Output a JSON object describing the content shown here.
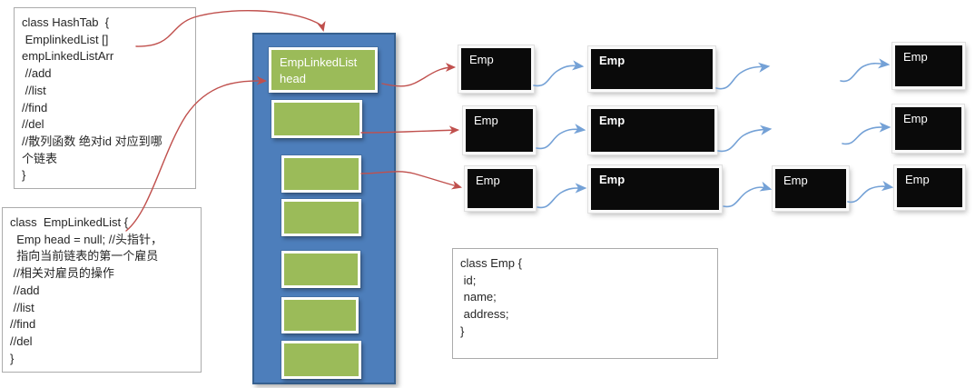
{
  "colors": {
    "container_blue": "#4D7EBB",
    "container_border": "#36608F",
    "slot_green": "#9BBB59",
    "node_black": "#0A0A0A",
    "arrow_red": "#C0504D",
    "arrow_blue": "#74A1D6",
    "box_border_gray": "#ABABAB",
    "code_text": "#262626"
  },
  "code_boxes": {
    "hashtab": {
      "text": "class HashTab  {\n EmplinkedList []\nempLinkedListArr\n //add\n //list\n//find\n//del\n//散列函数 绝对id 对应到哪\n个链表\n}"
    },
    "emplinkedlist": {
      "text": "class  EmpLinkedList {\n  Emp head = null; //头指针，\n  指向当前链表的第一个雇员\n //相关对雇员的操作\n //add\n //list\n//find\n//del\n}"
    },
    "emp": {
      "text": "class Emp {\n id;\n name;\n address;\n}"
    }
  },
  "hash_array": {
    "head_slot_label": "EmpLinkedList head",
    "slot_count": 7
  },
  "linked_lists": {
    "rows": [
      {
        "nodes": [
          {
            "label": "Emp"
          },
          {
            "label": "Emp"
          },
          {
            "label": "Emp"
          }
        ]
      },
      {
        "nodes": [
          {
            "label": "Emp"
          },
          {
            "label": "Emp"
          },
          {
            "label": "Emp"
          }
        ]
      },
      {
        "nodes": [
          {
            "label": "Emp"
          },
          {
            "label": "Emp"
          },
          {
            "label": "Emp"
          },
          {
            "label": "Emp"
          }
        ]
      }
    ]
  }
}
